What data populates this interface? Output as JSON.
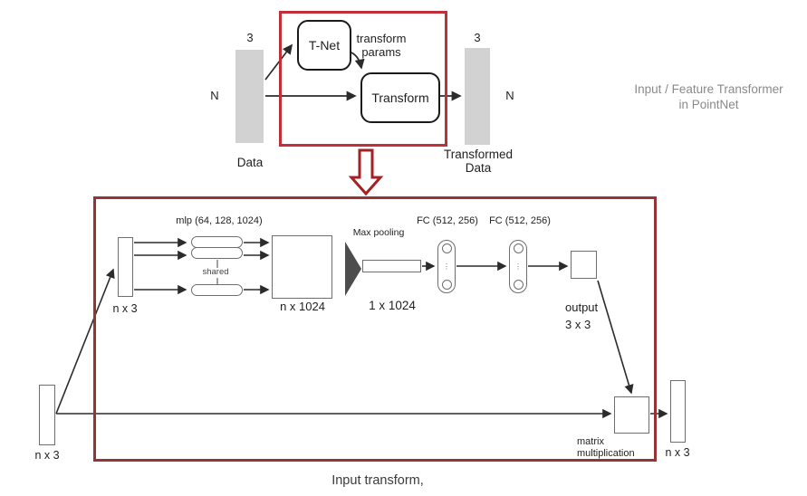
{
  "colors": {
    "top_box_red": "#c22f38",
    "bottom_box_red": "#953434",
    "block_arrow_red": "#a32024",
    "bar_gray": "#d2d2d2",
    "shape_border_gray": "#6e6e6e",
    "connector_black": "#2b2b2b",
    "pool_triangle_gray": "#4d4d4d",
    "note_gray": "#8a8a8a",
    "text_dark": "#1f1f1f"
  },
  "top": {
    "data_bar": {
      "dim": "3",
      "n": "N",
      "label": "Data"
    },
    "tnet": "T-Net",
    "params_line1": "transform",
    "params_line2": "params",
    "transform": "Transform",
    "out_bar": {
      "dim": "3",
      "n": "N",
      "label_line1": "Transformed",
      "label_line2": "Data"
    }
  },
  "note": {
    "line1": "Input / Feature Transformer",
    "line2": "in PointNet"
  },
  "tnet_detail": {
    "input_bar_label": "n x 3",
    "mlp_label": "mlp (64, 128, 1024)",
    "shared_label": "shared",
    "feature_label": "n x 1024",
    "maxpool_label": "Max pooling",
    "pooled_label": "1 x 1024",
    "fc1_label": "FC (512, 256)",
    "fc2_label": "FC (512, 256)",
    "output_line1": "output",
    "output_line2": "3 x 3",
    "matmul_line1": "matrix",
    "matmul_line2": "multiplication",
    "outer_in_label": "n x 3",
    "outer_out_label": "n x 3"
  },
  "caption": "Input transform,"
}
